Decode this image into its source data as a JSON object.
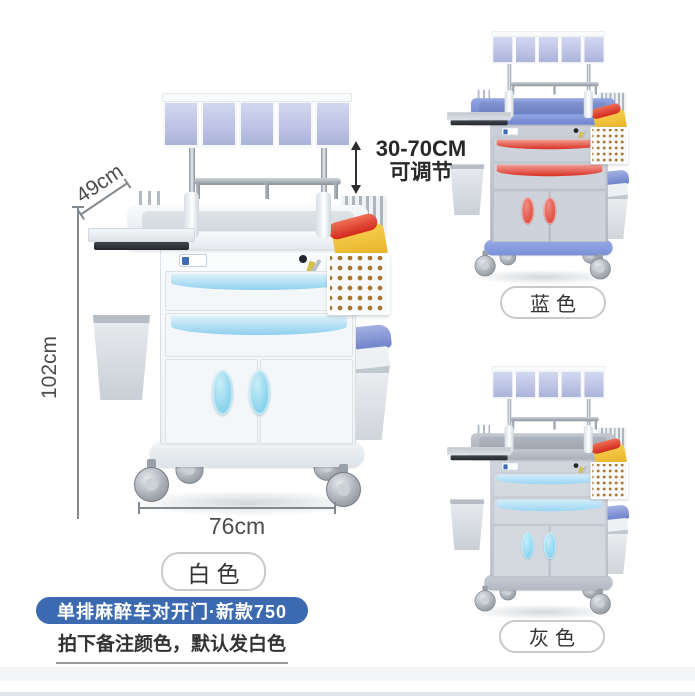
{
  "product": {
    "title_badge": "单排麻醉车对开门·新款750",
    "note": "拍下备注颜色，默认发白色"
  },
  "dimensions": {
    "depth_label": "49cm",
    "height_label": "102cm",
    "width_label": "76cm",
    "pole_range_label": "30-70CM",
    "pole_adjust_label": "可调节"
  },
  "variants": [
    {
      "id": "white",
      "label": "白色"
    },
    {
      "id": "blue",
      "label": "蓝色"
    },
    {
      "id": "gray",
      "label": "灰色"
    }
  ],
  "colors": {
    "badge_bg": "#3c6ab0",
    "label_border": "#c9c9c9",
    "text_dark": "#333333",
    "dimension_line": "#84898e",
    "cart_blue_tray": "#8095d8",
    "cart_gray_tray": "#b6bac2",
    "accent_red_handle": "#d93125",
    "accent_blue_handle": "#6cc7e6",
    "sharps_yellow": "#f0c43e",
    "sharps_red": "#d3291d",
    "footer_strip": "#f4f5f7"
  }
}
